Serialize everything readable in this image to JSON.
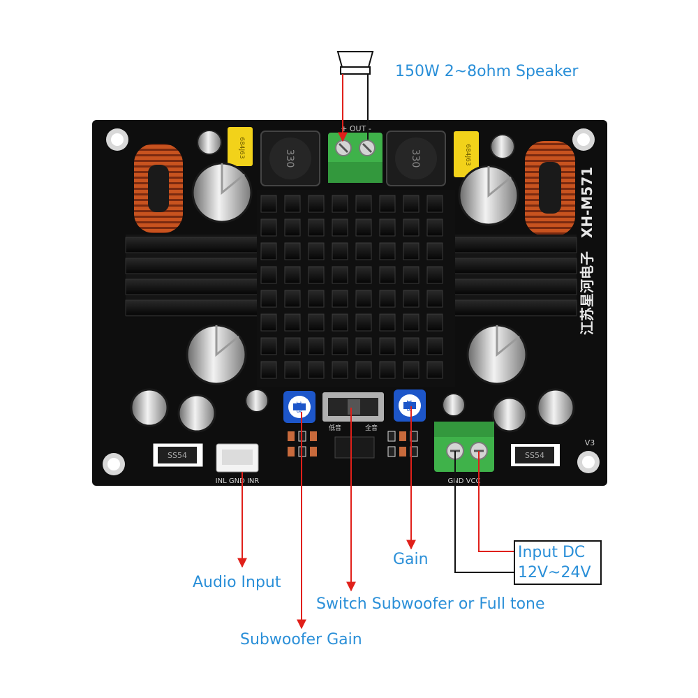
{
  "board": {
    "model_label": "XH-M571",
    "maker_label": "江苏星河电子",
    "version_label": "V3",
    "out_label": "+ OUT -",
    "inductor_left_code": "330",
    "inductor_right_code": "330",
    "cap_left_code": "684J63",
    "cap_right_code": "684J63",
    "pot_left_code": "103",
    "pot_right_code": "103",
    "switch_low_label": "低音",
    "switch_full_label": "全音",
    "input_pins_label": "INL GND INR",
    "power_pins_label": "GND VCC",
    "diode_left_label": "SS54",
    "diode_right_label": "SS54"
  },
  "callouts": {
    "speaker": "150W 2~8ohm Speaker",
    "audio_input": "Audio Input",
    "subwoofer_gain": "Subwoofer Gain",
    "switch": "Switch Subwoofer or Full tone",
    "gain": "Gain",
    "input_dc_line1": "Input DC",
    "input_dc_line2": "12V~24V"
  },
  "colors": {
    "callout_text": "#2a8fd8",
    "arrow_red": "#e0201a",
    "pcb_black": "#0e0e0e",
    "terminal_green": "#3fb24a",
    "coil_copper": "#b8481c",
    "cap_yellow": "#f2d21a",
    "pot_blue": "#1d56c9"
  }
}
